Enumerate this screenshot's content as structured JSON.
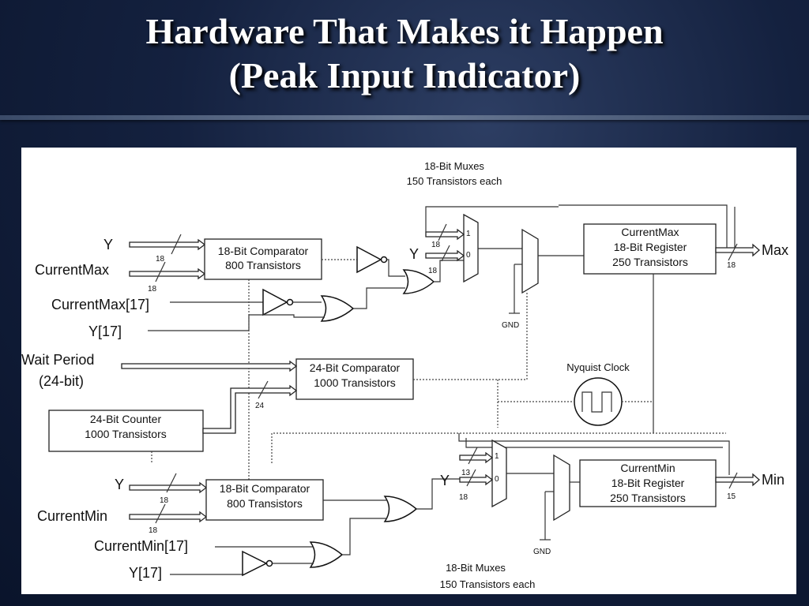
{
  "slide": {
    "title_line1": "Hardware That Makes it Happen",
    "title_line2": "(Peak Input Indicator)"
  },
  "diagram": {
    "mux_top": {
      "line1": "18-Bit Muxes",
      "line2": "150 Transistors each",
      "in1": "1",
      "in0": "0"
    },
    "mux_bottom": {
      "line1": "18-Bit Muxes",
      "line2": "150 Transistors each",
      "in1": "1",
      "in0": "0"
    },
    "comparator_top": {
      "line1": "18-Bit Comparator",
      "line2": "800 Transistors"
    },
    "comparator_mid": {
      "line1": "24-Bit Comparator",
      "line2": "1000 Transistors"
    },
    "comparator_bottom": {
      "line1": "18-Bit Comparator",
      "line2": "800 Transistors"
    },
    "counter": {
      "line1": "24-Bit Counter",
      "line2": "1000 Transistors"
    },
    "register_max": {
      "line1": "CurrentMax",
      "line2": "18-Bit Register",
      "line3": "250 Transistors"
    },
    "register_min": {
      "line1": "CurrentMin",
      "line2": "18-Bit Register",
      "line3": "250 Transistors"
    },
    "clock": {
      "label": "Nyquist Clock"
    },
    "inputs": {
      "y_top": "Y",
      "currentmax": "CurrentMax",
      "currentmax17": "CurrentMax[17]",
      "y17_top": "Y[17]",
      "wait_line1": "Wait Period",
      "wait_line2": "(24-bit)",
      "y_mux_top": "Y",
      "y_bottom": "Y",
      "currentmin": "CurrentMin",
      "currentmin17": "CurrentMin[17]",
      "y17_bottom": "Y[17]",
      "y_mux_bottom": "Y"
    },
    "outputs": {
      "max": "Max",
      "min": "Min"
    },
    "gnd_top": "GND",
    "gnd_bottom": "GND",
    "bus_widths": {
      "b18": "18",
      "b24": "24",
      "b15": "15",
      "b13": "13"
    }
  }
}
